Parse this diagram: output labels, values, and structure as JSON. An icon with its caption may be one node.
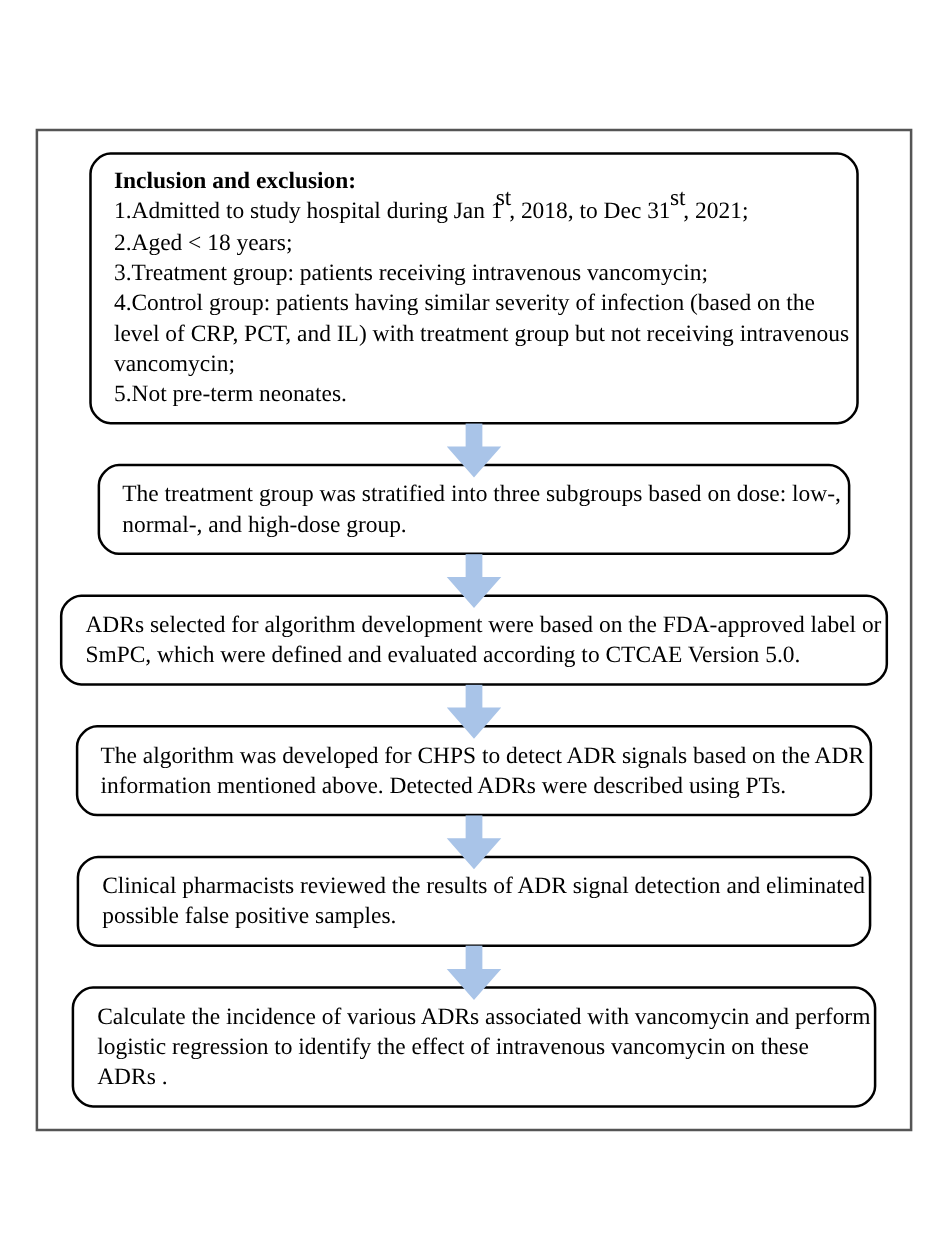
{
  "diagram": {
    "nodes": [
      {
        "text": [],
        "shape": "box"
      },
      {
        "text": [
          "**Inclusion and exclusion**:",
          "1.Admitted to study hospital during Jan 1$^{st}$, 2018, to Dec 31$^{st}$, 2021;",
          "2.Aged < 18 years;",
          "3.Treatment group: patients receiving intravenous vancomycin;",
          "4.Control group: patients having similar severity of infection (based on the level of CRP, PCT, and IL) with treatment group but not receiving intravenous vancomycin;",
          "5.Not pre-term neonates."
        ],
        "in": 0
      },
      {
        "text": [
          "The treatment group was stratified into three subgroups based on dose: low-, normal-, and high-dose group."
        ],
        "in": 0
      },
      {
        "text": [
          "ADRs selected for algorithm development were based on the FDA-approved label or SmPC, which were defined and evaluated according to CTCAE Version 5.0."
        ],
        "in": 0
      },
      {
        "text": [
          "The algorithm was developed for CHPS to detect ADR signals based on the ADR information mentioned above. Detected ADRs were described using PTs."
        ],
        "in": 0
      },
      {
        "text": [
          "Clinical pharmacists reviewed the results of ADR signal detection and eliminated possible false positive samples."
        ],
        "in": 0
      },
      {
        "text": [
          "Calculate the incidence of various ADRs associated with vancomycin and perform logistic regression to identify the effect of intravenous vancomycin on these ADRs ."
        ],
        "in": 0
      }
    ],
    "edges": [
      {
        "from": 1,
        "to": 2,
        "arrow": "to"
      },
      {
        "from": 2,
        "to": 3,
        "arrow": "to"
      },
      {
        "from": 3,
        "to": 4,
        "arrow": "to"
      },
      {
        "from": 4,
        "to": 5,
        "arrow": "to"
      },
      {
        "from": 5,
        "to": 6,
        "arrow": "to"
      }
    ]
  }
}
